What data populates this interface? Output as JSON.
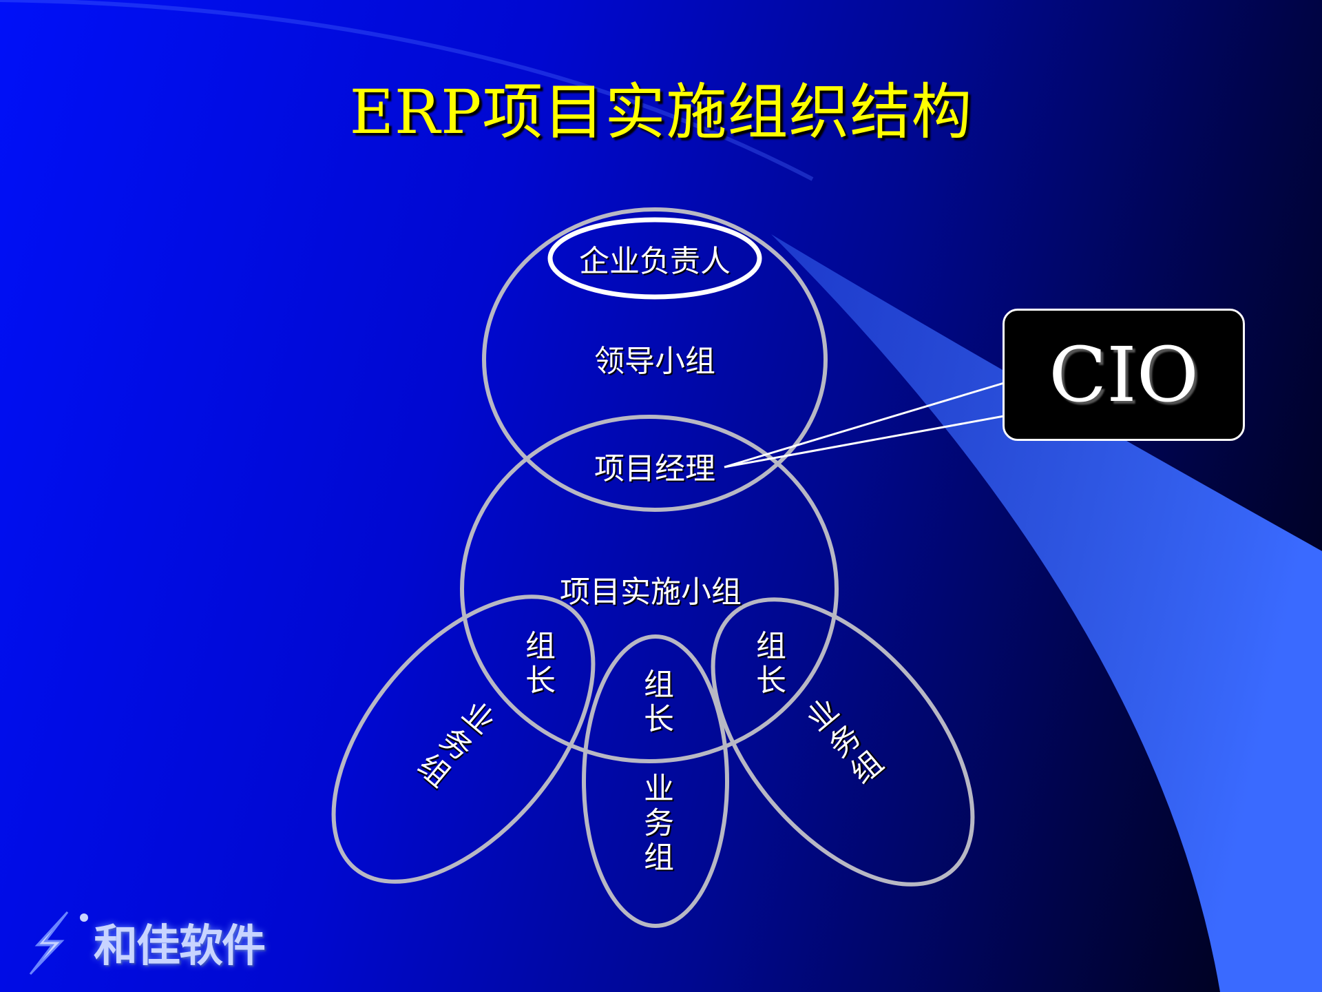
{
  "title": "ERP项目实施组织结构",
  "nodes": {
    "enterprise_head": "企业负责人",
    "leadership_group": "领导小组",
    "project_manager": "项目经理",
    "implementation_group": "项目实施小组",
    "team_leader_left": "组长",
    "team_leader_center": "组长",
    "team_leader_right": "组长",
    "business_group_left": "业务组",
    "business_group_center": "业务组",
    "business_group_right": "业务组"
  },
  "callout": {
    "text": "CIO"
  },
  "logo": {
    "text": "和佳软件"
  },
  "colors": {
    "title": "#ffff00",
    "ellipse_stroke": "#b8b8c4",
    "text": "#ffffff"
  }
}
